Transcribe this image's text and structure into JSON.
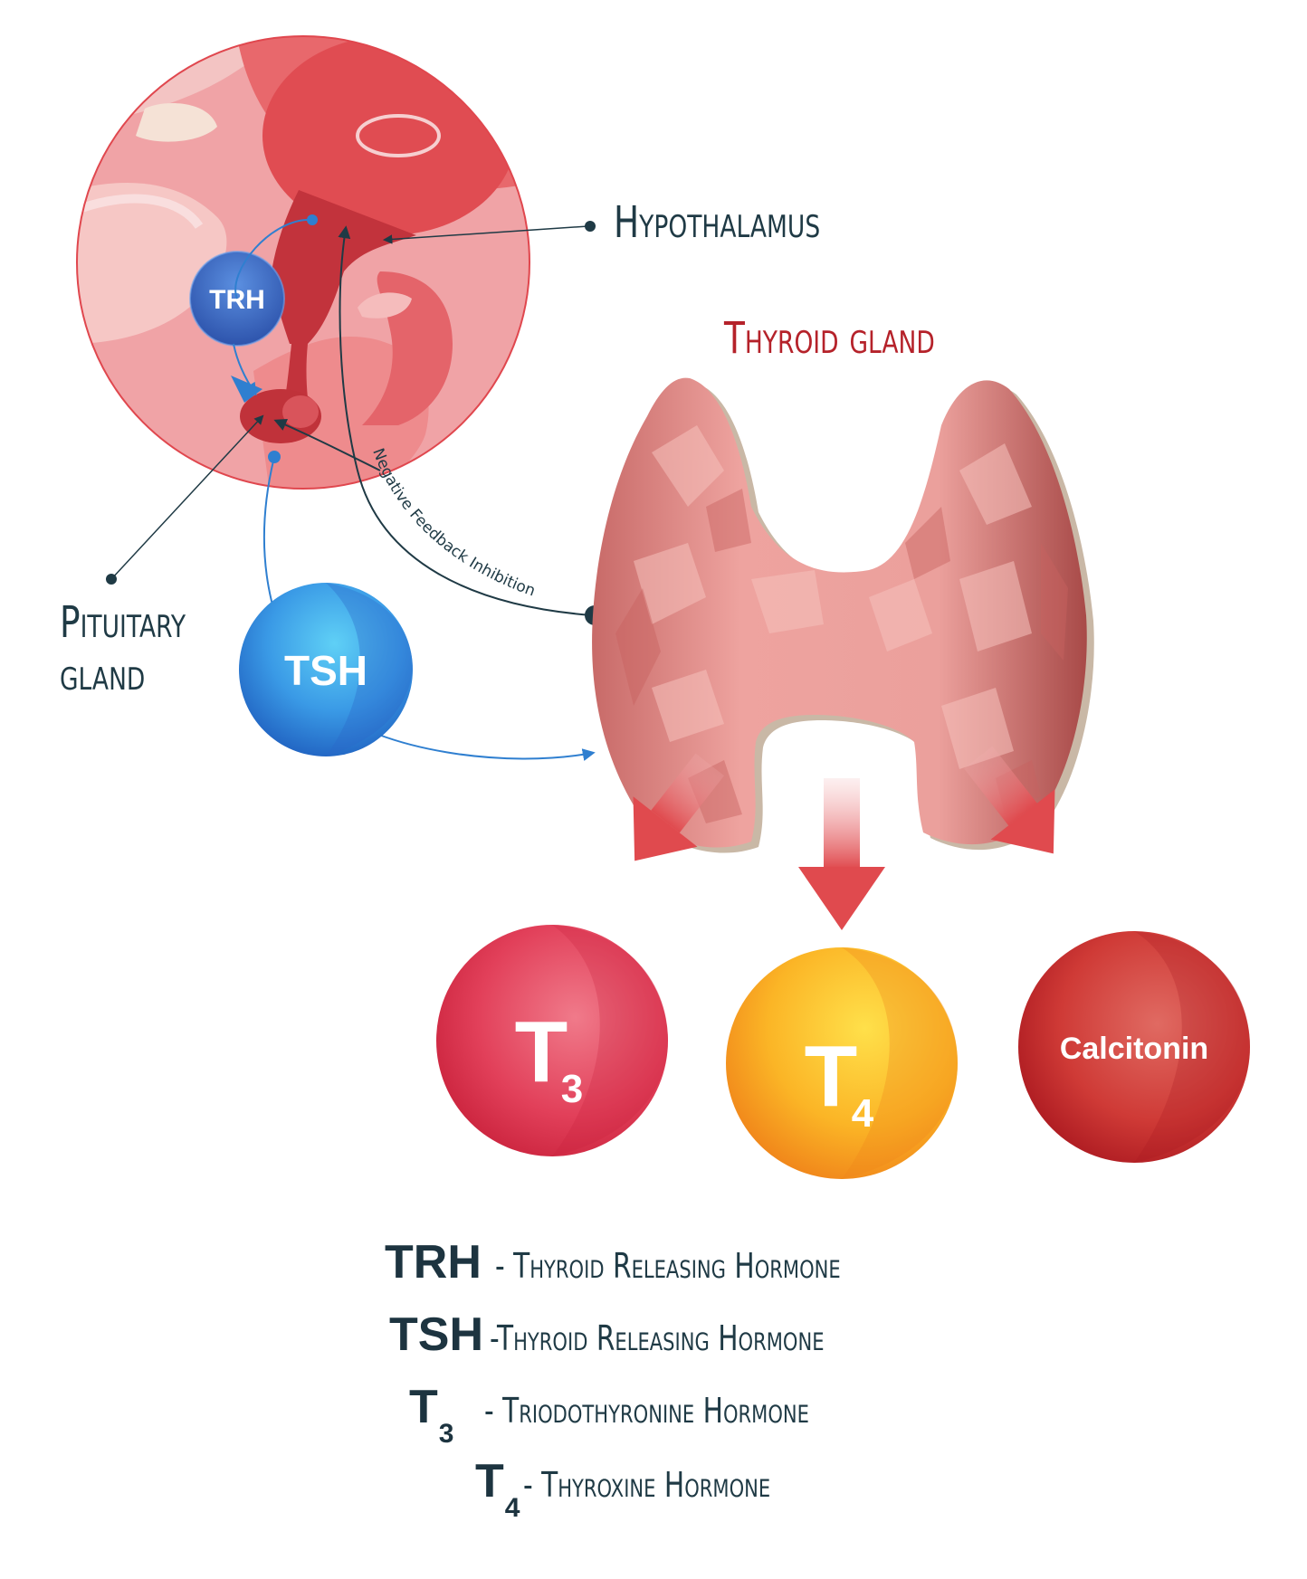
{
  "labels": {
    "hypothalamus": "Hypothalamus",
    "pituitary_line1": "Pituitary",
    "pituitary_line2": "gland",
    "thyroid": "Thyroid gland",
    "feedback": "Negative Feedback Inhibition"
  },
  "hormones": {
    "trh": "TRH",
    "tsh": "TSH",
    "t3_main": "T",
    "t3_sub": "3",
    "t4_main": "T",
    "t4_sub": "4",
    "calcitonin": "Calcitonin"
  },
  "legend": [
    {
      "abbr": "TRH",
      "sub": "",
      "desc": "- Thyroid Releasing Hormone"
    },
    {
      "abbr": "TSH",
      "sub": "",
      "desc": "-Thyroid Releasing Hormone"
    },
    {
      "abbr": "T",
      "sub": "3",
      "desc": "- Triodothyronine Hormone"
    },
    {
      "abbr": "T",
      "sub": "4",
      "desc": "- Thyroxine Hormone"
    }
  ],
  "colors": {
    "dark_text": "#1f3a45",
    "thyroid_label": "#b5222a",
    "blue": "#2f7fd0",
    "red": "#e03a4a",
    "orange": "#f5a21c"
  }
}
